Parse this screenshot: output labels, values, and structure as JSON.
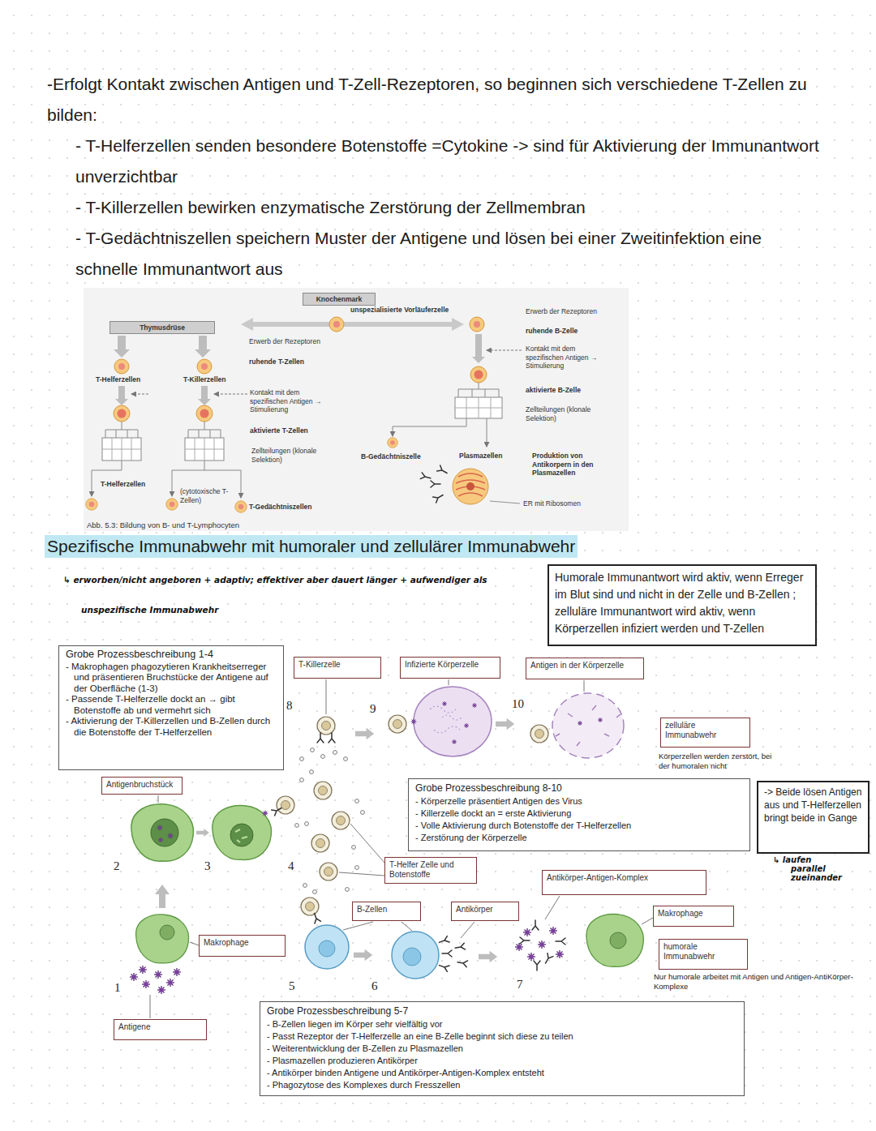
{
  "diagram": {
    "title": "Spezifische Immunabwehr mit humoraler und zellulärer Immunabwehr",
    "caption": "Abb. 5.3: Bildung von B- und T-Lymphocyten",
    "nodes": [
      {
        "text": [
          "Knochenmark"
        ]
      },
      {
        "text": [
          "Thymusdrüse"
        ]
      },
      {
        "text": [
          "Humorale Immunantwort wird aktiv, wenn Erreger im Blut sind und nicht in der Zelle und B-Zellen ; zelluläre Immunantwort wird aktiv, wenn Körperzellen infiziert werden und T-Zellen"
        ]
      },
      {
        "text": [
          "Grobe Prozessbeschreibung 1-4",
          "- Makrophagen phagozytieren Krankheitserreger und präsentieren Bruchstücke der Antigene auf der Oberfläche (1-3)",
          "- Passende T-Helferzelle dockt an → gibt Botenstoffe ab und vermehrt sich",
          "- Aktivierung der T-Killerzellen und B-Zellen durch die Botenstoffe der T-Helferzellen"
        ]
      },
      {
        "text": [
          "T-Killerzelle"
        ]
      },
      {
        "text": [
          "Infizierte Körperzelle"
        ]
      },
      {
        "text": [
          "Antigen in der Körperzelle"
        ]
      },
      {
        "text": [
          "zelluläre Immunabwehr"
        ]
      },
      {
        "text": [
          "Antigenbruchstück"
        ]
      },
      {
        "text": [
          "Grobe Prozessbeschreibung 8-10",
          "- Körperzelle präsentiert Antigen des Virus",
          "- Killerzelle dockt an = erste Aktivierung",
          "- Volle Aktivierung durch Botenstoffe der T-Helferzellen",
          "- Zerstörung der Körperzelle"
        ]
      },
      {
        "text": [
          "-> Beide lösen Antigen aus und T-Helferzellen bringt beide in Gange"
        ]
      },
      {
        "text": [
          "T-Helfer Zelle und Botenstoffe"
        ]
      },
      {
        "text": [
          "Antikörper-Antigen-Komplex"
        ]
      },
      {
        "text": [
          "B-Zellen"
        ]
      },
      {
        "text": [
          "Antikörper"
        ]
      },
      {
        "text": [
          "Makrophage"
        ]
      },
      {
        "text": [
          "Makrophage"
        ]
      },
      {
        "text": [
          "humorale Immunabwehr"
        ]
      },
      {
        "text": [
          "Antigene"
        ]
      },
      {
        "text": [
          "Grobe Prozessbeschreibung 5-7",
          "- B-Zellen liegen im Körper sehr vielfältig vor",
          "- Passt Rezeptor der T-Helferzelle an eine B-Zelle beginnt sich diese zu teilen",
          "- Weiterentwicklung der B-Zellen zu Plasmazellen",
          "- Plasmazellen produzieren Antikörper",
          "- Antikörper binden Antigene und Antikörper-Antigen-Komplex entsteht",
          "- Phagozytose des Komplexes durch Fresszellen"
        ]
      }
    ],
    "labels": [
      "-Erfolgt Kontakt zwischen Antigen und T-Zell-Rezeptoren, so beginnen sich verschiedene T-Zellen zu bilden:",
      "- T-Helferzellen senden besondere Botenstoffe =Cytokine -> sind für Aktivierung der Immunantwort unverzichtbar",
      "- T-Killerzellen bewirken enzymatische Zerstörung der Zellmembran",
      "- T-Gedächtniszellen speichern Muster der Antigene und lösen bei einer Zweitinfektion eine schnelle Immunantwort aus",
      "unspezialisierte Vorläuferzelle",
      "Erwerb der Rezeptoren",
      "ruhende T-Zellen",
      "T-Helferzellen",
      "T-Killerzellen",
      "Kontakt mit dem spezifischen Antigen → Stimulierung",
      "aktivierte T-Zellen",
      "Zellteilungen (klonale Selektion)",
      "T-Helferzellen",
      "(cytotoxische T-Zellen)",
      "T-Gedächtniszellen",
      "Erwerb der Rezeptoren",
      "ruhende B-Zelle",
      "Kontakt mit dem spezifischen Antigen → Stimulierung",
      "aktivierte B-Zelle",
      "Zellteilungen (klonale Selektion)",
      "B-Gedächtniszelle",
      "Plasmazellen",
      "Produktion von Antikorpern in den Plasmazellen",
      "ER mit Ribosomen",
      "↳ erworben/nicht angeboren + adaptiv; effektiver aber dauert länger + aufwendiger als unspezifische Immunabwehr",
      "8",
      "9",
      "10",
      "Körperzellen werden zerstört, bei der humoralen nicht",
      "↳ laufen parallel zueinander",
      "2",
      "3",
      "4",
      "Nur humorale arbeitet mit Antigen und Antigen-AntiKörper-Komplexe",
      "1",
      "5",
      "6",
      "7"
    ]
  }
}
